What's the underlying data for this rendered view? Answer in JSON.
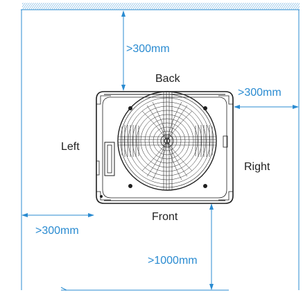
{
  "labels": {
    "back": "Back",
    "front": "Front",
    "left": "Left",
    "right": "Right"
  },
  "dimensions": {
    "back_clearance": ">300mm",
    "right_clearance": ">300mm",
    "left_clearance": ">300mm",
    "front_clearance": ">1000mm"
  },
  "colors": {
    "dimension": "#2a8bd1",
    "wall_hatch": "#2a8bd1",
    "unit_outline": "#1f1f1f",
    "text": "#1f1f1f"
  }
}
